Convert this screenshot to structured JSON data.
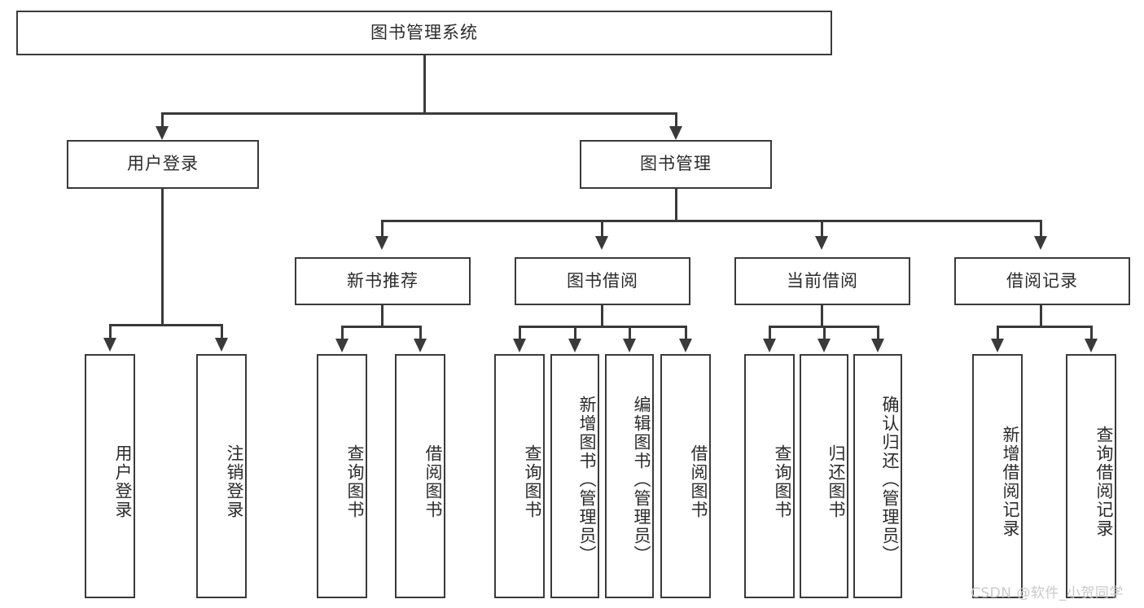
{
  "diagram": {
    "type": "tree-hierarchy",
    "root": {
      "label": "图书管理系统"
    },
    "level1": [
      {
        "label": "用户登录"
      },
      {
        "label": "图书管理"
      }
    ],
    "level2": [
      {
        "label": "新书推荐"
      },
      {
        "label": "图书借阅"
      },
      {
        "label": "当前借阅"
      },
      {
        "label": "借阅记录"
      }
    ],
    "leaves": {
      "user_login": [
        {
          "label": "用户登录"
        },
        {
          "label": "注销登录"
        }
      ],
      "new_book_recommend": [
        {
          "label": "查询图书"
        },
        {
          "label": "借阅图书"
        }
      ],
      "book_borrow": [
        {
          "label": "查询图书"
        },
        {
          "label": "新增图书（管理员）"
        },
        {
          "label": "编辑图书（管理员）"
        },
        {
          "label": "借阅图书"
        }
      ],
      "current_borrow": [
        {
          "label": "查询图书"
        },
        {
          "label": "归还图书"
        },
        {
          "label": "确认归还（管理员）"
        }
      ],
      "borrow_record": [
        {
          "label": "新增借阅记录"
        },
        {
          "label": "查询借阅记录"
        }
      ]
    }
  },
  "watermark": {
    "text": "CSDN @软件_小贺同学"
  },
  "colors": {
    "stroke": "#3a3a3a",
    "text": "#2b2b2b",
    "background": "#ffffff",
    "watermark": "#c9c9c9"
  }
}
